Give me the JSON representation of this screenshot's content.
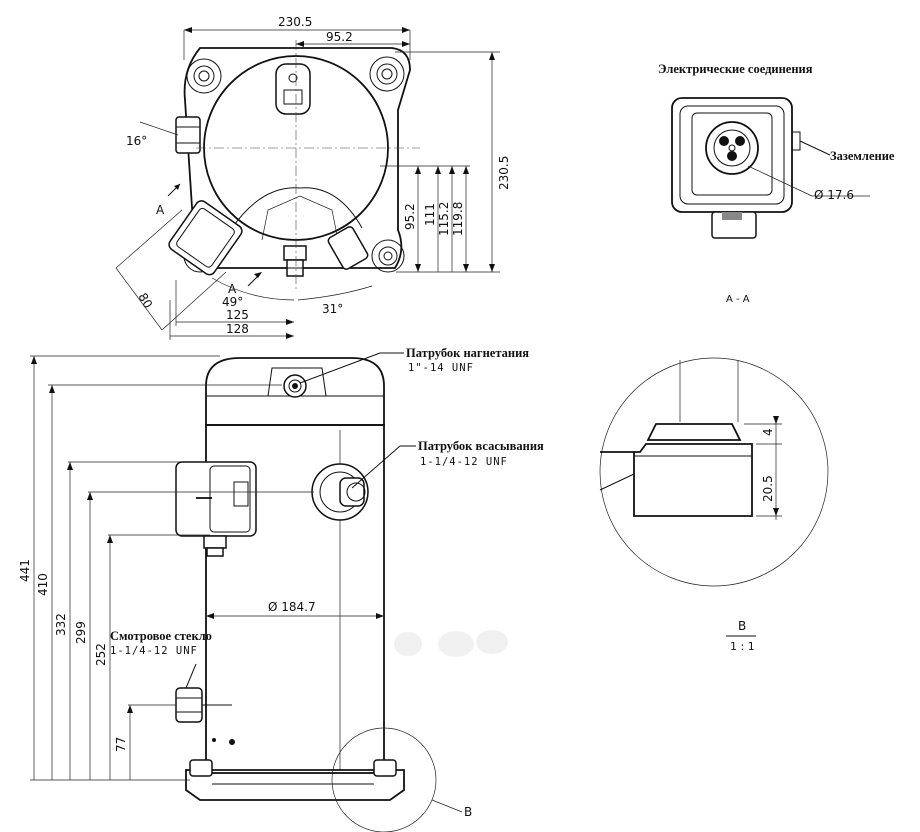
{
  "top_view": {
    "dim_width_total": "230.5",
    "dim_width_half": "95.2",
    "dim_height_total": "230.5",
    "dim_h1": "95.2",
    "dim_h2": "111",
    "dim_h3": "115.2",
    "dim_h4": "119.8",
    "angle_16": "16°",
    "angle_49": "49°",
    "angle_31": "31°",
    "dim_80": "80",
    "dim_125": "125",
    "dim_128": "128",
    "section_a_top": "A",
    "section_a_bottom": "A"
  },
  "electrical": {
    "title": "Электрические соединения",
    "ground_label": "Заземление",
    "diameter": "Ø 17.6",
    "section_caption": "A - A"
  },
  "side_view": {
    "discharge_label": "Патрубок нагнетания",
    "discharge_spec": "1\"-14 UNF",
    "suction_label": "Патрубок всасывания",
    "suction_spec": "1-1/4-12 UNF",
    "sightglass_label": "Смотровое стекло",
    "sightglass_spec": "1-1/4-12 UNF",
    "diameter": "Ø 184.7",
    "h_441": "441",
    "h_410": "410",
    "h_332": "332",
    "h_299": "299",
    "h_252": "252",
    "h_77": "77",
    "detail_marker": "B"
  },
  "detail_b": {
    "dim_4": "4",
    "dim_20_5": "20.5",
    "caption": "B",
    "scale": "1 : 1"
  }
}
